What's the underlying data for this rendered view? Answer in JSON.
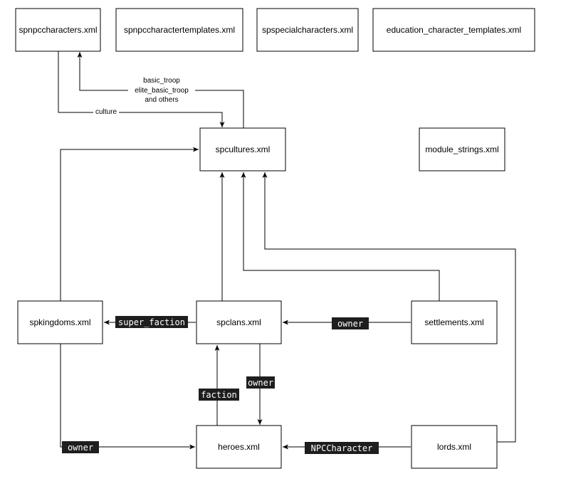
{
  "nodes": {
    "spnpccharacters": "spnpccharacters.xml",
    "spnpccharactertemplates": "spnpccharactertemplates.xml",
    "spspecialcharacters": "spspecialcharacters.xml",
    "education_character_templates": "education_character_templates.xml",
    "spcultures": "spcultures.xml",
    "module_strings": "module_strings.xml",
    "spkingdoms": "spkingdoms.xml",
    "spclans": "spclans.xml",
    "settlements": "settlements.xml",
    "heroes": "heroes.xml",
    "lords": "lords.xml"
  },
  "edge_labels": {
    "troops_line1": "basic_troop",
    "troops_line2": "elite_basic_troop",
    "troops_line3": "and others",
    "culture": "culture",
    "super_faction": "super_faction",
    "settlements_owner": "owner",
    "faction": "faction",
    "clans_owner": "owner",
    "kingdoms_owner": "owner",
    "npccharacter": "NPCCharacter"
  },
  "colors": {
    "line": "#000000",
    "code_label_bg": "#1e1e1e",
    "code_label_text": "#ffffff"
  }
}
